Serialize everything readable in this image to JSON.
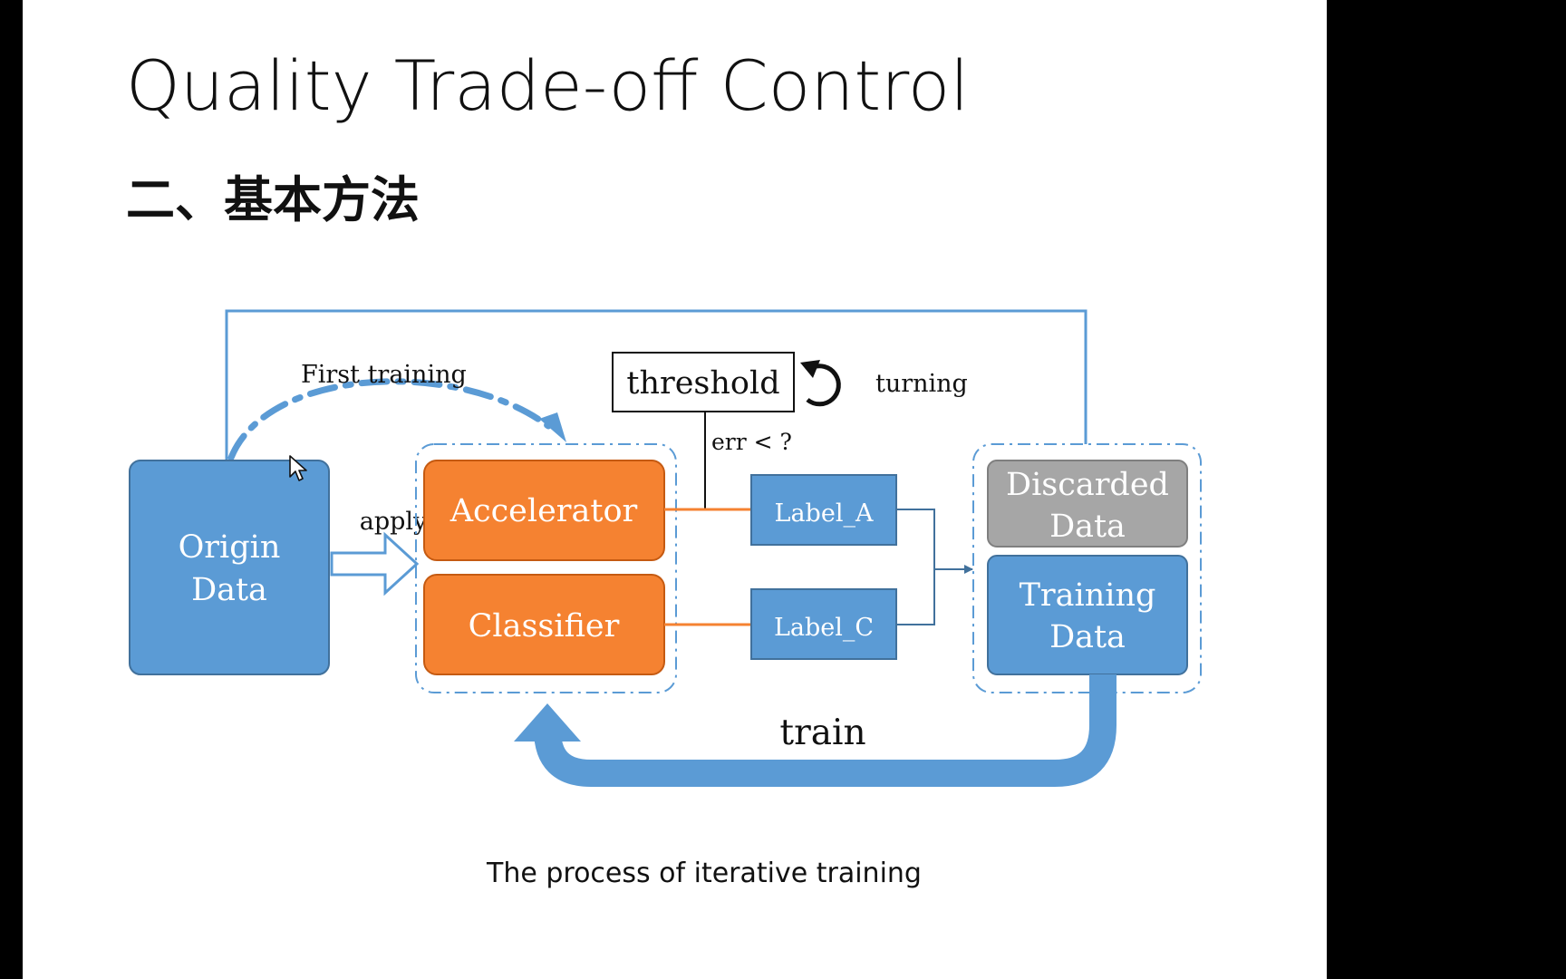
{
  "slide": {
    "title": "Quality Trade-off Control",
    "subtitle": "二、基本方法",
    "caption": "The process of iterative training"
  },
  "diagram": {
    "origin": "Origin Data",
    "first_training": "First training",
    "apply": "apply",
    "accelerator": "Accelerator",
    "classifier": "Classifier",
    "threshold": "threshold",
    "turning": "turning",
    "err": "err < ?",
    "label_a": "Label_A",
    "label_c": "Label_C",
    "discarded": "Discarded Data",
    "training": "Training Data",
    "train": "train"
  },
  "colors": {
    "blue": "#5b9bd5",
    "orange": "#f58231",
    "gray": "#a6a6a6",
    "arrow_dark": "#41719c"
  }
}
